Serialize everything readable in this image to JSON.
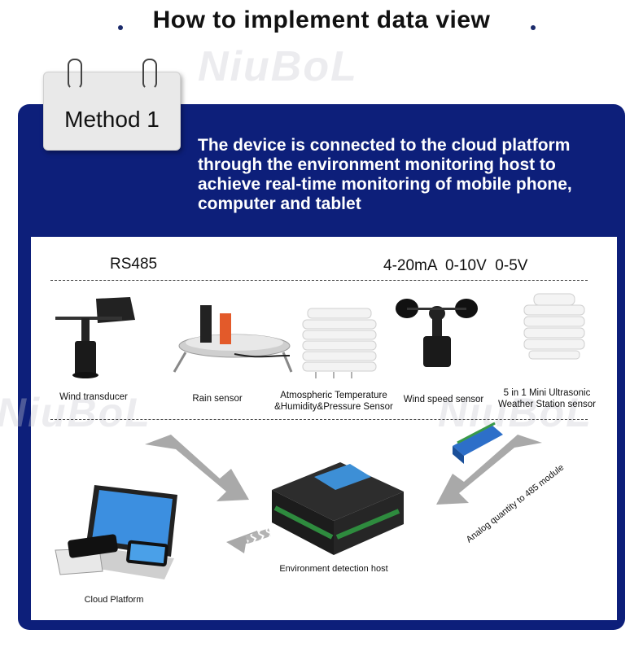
{
  "title": "How to implement data view",
  "watermark": "NiuBoL",
  "method_label": "Method 1",
  "description": "The device is connected to the cloud platform through the environment monitoring host to achieve real-time monitoring of mobile phone, computer and tablet",
  "interfaces": {
    "digital": "RS485",
    "analog": "4-20mA  0-10V  0-5V"
  },
  "sensors": [
    {
      "label": "Wind transducer"
    },
    {
      "label": "Rain sensor"
    },
    {
      "label": "Atmospheric Temperature &Humidity&Pressure Sensor"
    },
    {
      "label": "Wind speed sensor"
    },
    {
      "label": "5 in 1 Mini Ultrasonic Weather Station  sensor"
    }
  ],
  "host_label": "Environment detection host",
  "cloud_label": "Cloud Platform",
  "module_label": "Analog quantity to 485 module",
  "colors": {
    "panel": "#0d1f7a",
    "arrow": "#a9a9a9",
    "host_screen": "#3d8fd6",
    "terminal": "#2e8b3e"
  }
}
